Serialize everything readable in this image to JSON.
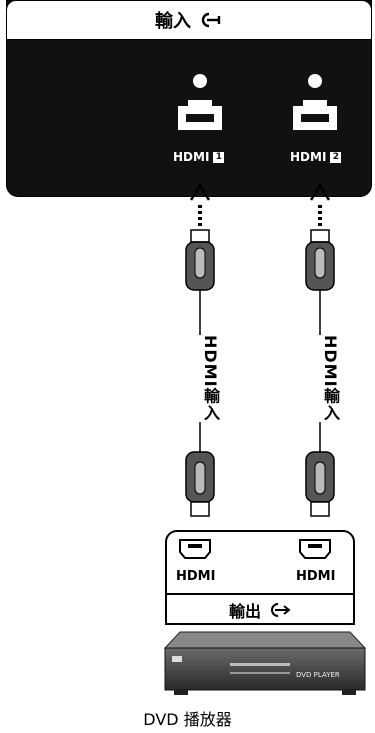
{
  "tv_panel": {
    "title": "輸入",
    "title_icon": "input-arrow-icon",
    "ports": [
      {
        "label": "HDMI",
        "number": "1"
      },
      {
        "label": "HDMI",
        "number": "2"
      }
    ]
  },
  "cables": [
    {
      "label": "HDMI輸入"
    },
    {
      "label": "HDMI輸入"
    }
  ],
  "dvd_device": {
    "ports": [
      {
        "label": "HDMI"
      },
      {
        "label": "HDMI"
      }
    ],
    "output_label": "輸出",
    "output_icon": "output-arrow-icon",
    "player_badge": "DVD PLAYER"
  },
  "caption": "DVD 播放器",
  "colors": {
    "panel": "#111111",
    "line": "#000000",
    "background": "#ffffff"
  }
}
